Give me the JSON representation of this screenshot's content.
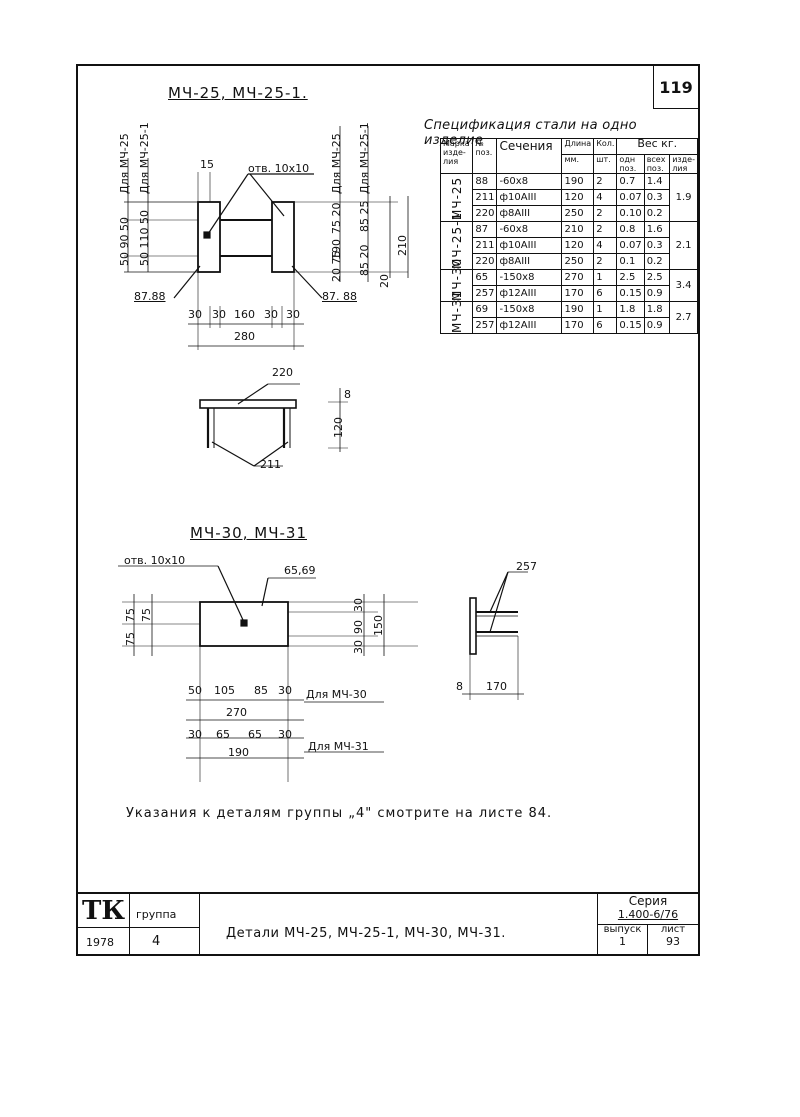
{
  "sheet_number": "119",
  "section1": {
    "title": "МЧ-25, МЧ-25-1.",
    "hole_label": "отв. 10х10",
    "dim_15": "15",
    "left_vertical_dims": "50 90 50",
    "left_vertical_dims_b": "50 110 50",
    "label_for_mch25": "Для МЧ-25",
    "label_for_mch25_1": "Для МЧ-25-1",
    "right_dims_a": "75 20",
    "right_dims_b": "190",
    "right_dims_c": "20 75",
    "right_dims_d": "85 20",
    "right_dims_e": "85 25",
    "right_dims_f": "210",
    "right_dims_g": "20",
    "dim_8788_left": "87.88",
    "dim_8788_right": "87. 88",
    "bottom_dims": [
      "30",
      "30",
      "160",
      "30",
      "30"
    ],
    "total_width": "280",
    "side_view_220": "220",
    "side_view_8": "8",
    "side_view_120": "120",
    "side_view_211": "211"
  },
  "section2": {
    "title": "МЧ-30, МЧ-31",
    "hole_label": "отв. 10х10",
    "pos_label": "65,69",
    "left_dims": [
      "75",
      "75"
    ],
    "left_dims_b": "75",
    "right_dims": [
      "30",
      "90",
      "30"
    ],
    "height": "150",
    "row1_dims": [
      "50",
      "105",
      "85",
      "30"
    ],
    "row1_label": "Для МЧ-30",
    "row1_total": "270",
    "row2_dims": [
      "30",
      "65",
      "65",
      "30"
    ],
    "row2_label": "Для МЧ-31",
    "row2_total": "190",
    "side_label": "257",
    "side_8": "8",
    "side_170": "170"
  },
  "spec": {
    "title": "Спецификация стали на одно изделие",
    "headers": {
      "mark": "Марка изде-лия",
      "pos": "№ поз.",
      "section": "Сечения",
      "length": "Длина",
      "length_unit": "мм.",
      "qty": "Кол.",
      "qty_unit": "шт.",
      "weight": "Вес кг.",
      "w_one": "одн поз.",
      "w_all": "всех поз.",
      "w_item": "изде-лия"
    },
    "groups": [
      {
        "mark": "МЧ-25",
        "total": "1.9",
        "rows": [
          {
            "pos": "88",
            "section": "-60х8",
            "length": "190",
            "qty": "2",
            "w1": "0.7",
            "w2": "1.4"
          },
          {
            "pos": "211",
            "section": "ф10АIII",
            "length": "120",
            "qty": "4",
            "w1": "0.07",
            "w2": "0.3"
          },
          {
            "pos": "220",
            "section": "ф8АIII",
            "length": "250",
            "qty": "2",
            "w1": "0.10",
            "w2": "0.2"
          }
        ]
      },
      {
        "mark": "МЧ-25-1",
        "total": "2.1",
        "rows": [
          {
            "pos": "87",
            "section": "-60х8",
            "length": "210",
            "qty": "2",
            "w1": "0.8",
            "w2": "1.6"
          },
          {
            "pos": "211",
            "section": "ф10АIII",
            "length": "120",
            "qty": "4",
            "w1": "0.07",
            "w2": "0.3"
          },
          {
            "pos": "220",
            "section": "ф8АIII",
            "length": "250",
            "qty": "2",
            "w1": "0.1",
            "w2": "0.2"
          }
        ]
      },
      {
        "mark": "МЧ-30",
        "total": "3.4",
        "rows": [
          {
            "pos": "65",
            "section": "-150х8",
            "length": "270",
            "qty": "1",
            "w1": "2.5",
            "w2": "2.5"
          },
          {
            "pos": "257",
            "section": "ф12АIII",
            "length": "170",
            "qty": "6",
            "w1": "0.15",
            "w2": "0.9"
          }
        ]
      },
      {
        "mark": "МЧ-31",
        "total": "2.7",
        "rows": [
          {
            "pos": "69",
            "section": "-150х8",
            "length": "190",
            "qty": "1",
            "w1": "1.8",
            "w2": "1.8"
          },
          {
            "pos": "257",
            "section": "ф12АIII",
            "length": "170",
            "qty": "6",
            "w1": "0.15",
            "w2": "0.9"
          }
        ]
      }
    ]
  },
  "note": "Указания к деталям группы „4\" смотрите на листе 84.",
  "title_block": {
    "org": "ТК",
    "group_label": "группа",
    "year": "1978",
    "group_value": "4",
    "drawing_title": "Детали МЧ-25, МЧ-25-1, МЧ-30, МЧ-31.",
    "series_label": "Серия",
    "series_value": "1.400-6/76",
    "issue_label": "выпуск",
    "issue_value": "1",
    "sheet_label": "лист",
    "sheet_value": "93"
  }
}
